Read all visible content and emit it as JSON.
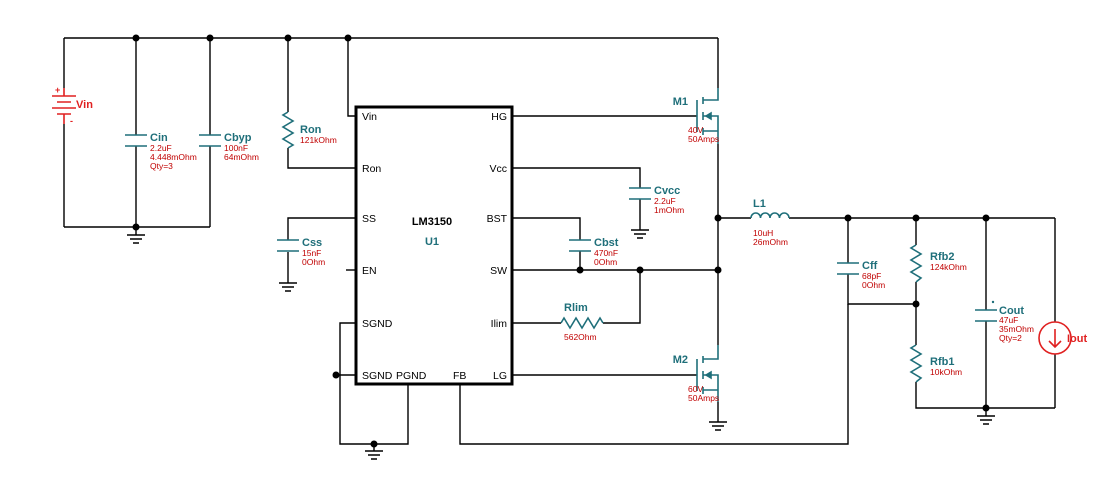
{
  "ic": {
    "name": "LM3150",
    "ref": "U1"
  },
  "pins": {
    "vin": "Vin",
    "hg": "HG",
    "ron": "Ron",
    "vcc": "Vcc",
    "ss": "SS",
    "bst": "BST",
    "en": "EN",
    "sw": "SW",
    "sgnd1": "SGND",
    "ilim": "Ilim",
    "sgnd2": "SGND",
    "pgnd": "PGND",
    "fb": "FB",
    "lg": "LG"
  },
  "components": {
    "vin": {
      "ref": "Vin"
    },
    "cin": {
      "ref": "Cin",
      "v1": "2.2uF",
      "v2": "4.448mOhm",
      "v3": "Qty=3"
    },
    "cbyp": {
      "ref": "Cbyp",
      "v1": "100nF",
      "v2": "64mOhm"
    },
    "ron": {
      "ref": "Ron",
      "v1": "121kOhm"
    },
    "css": {
      "ref": "Css",
      "v1": "15nF",
      "v2": "0Ohm"
    },
    "cvcc": {
      "ref": "Cvcc",
      "v1": "2.2uF",
      "v2": "1mOhm"
    },
    "cbst": {
      "ref": "Cbst",
      "v1": "470nF",
      "v2": "0Ohm"
    },
    "rlim": {
      "ref": "Rlim",
      "v1": "562Ohm"
    },
    "m1": {
      "ref": "M1",
      "v1": "40V",
      "v2": "50Amps"
    },
    "m2": {
      "ref": "M2",
      "v1": "60V",
      "v2": "50Amps"
    },
    "l1": {
      "ref": "L1",
      "v1": "10uH",
      "v2": "26mOhm"
    },
    "cff": {
      "ref": "Cff",
      "v1": "68pF",
      "v2": "0Ohm"
    },
    "rfb2": {
      "ref": "Rfb2",
      "v1": "124kOhm"
    },
    "rfb1": {
      "ref": "Rfb1",
      "v1": "10kOhm"
    },
    "cout": {
      "ref": "Cout",
      "v1": "47uF",
      "v2": "35mOhm",
      "v3": "Qty=2"
    },
    "iout": {
      "ref": "Iout"
    }
  },
  "colors": {
    "component": "#1f6f7a",
    "value": "#c00000",
    "source": "#e02020",
    "wire": "#000000"
  }
}
